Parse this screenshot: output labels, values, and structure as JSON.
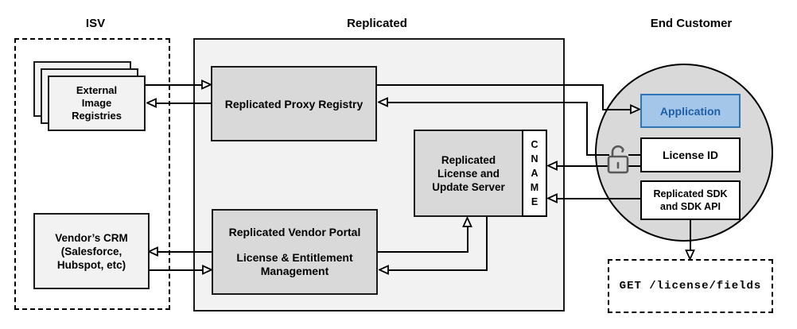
{
  "sections": {
    "isv": {
      "title": "ISV"
    },
    "replicated": {
      "title": "Replicated"
    },
    "end_customer": {
      "title": "End Customer"
    }
  },
  "nodes": {
    "external_image_registries": {
      "lines": [
        "External",
        "Image",
        "Registries"
      ]
    },
    "vendors_crm": {
      "lines": [
        "Vendor’s CRM",
        "(Salesforce,",
        "Hubspot, etc)"
      ]
    },
    "proxy_registry": {
      "label": "Replicated Proxy Registry"
    },
    "license_update_server": {
      "lines": [
        "Replicated",
        "License and",
        "Update Server"
      ]
    },
    "cname": {
      "letters": [
        "C",
        "N",
        "A",
        "M",
        "E"
      ]
    },
    "vendor_portal": {
      "title": "Replicated Vendor Portal",
      "lines": [
        "License & Entitlement",
        "Management"
      ]
    },
    "application": {
      "label": "Application"
    },
    "license_id": {
      "label": "License ID"
    },
    "sdk": {
      "lines": [
        "Replicated SDK",
        "and SDK API"
      ]
    },
    "get_request": {
      "label": "GET /license/fields"
    }
  },
  "icons": {
    "lock": "unlock-icon"
  },
  "colors": {
    "container_fill": "#f2f2f2",
    "node_gray_fill": "#d9d9d9",
    "node_light_fill": "#f2f2f2",
    "circle_fill": "#d9d9d9",
    "application_fill": "#a4c6e8",
    "application_border": "#2e75b5",
    "application_text": "#1f5fa8",
    "line_color": "#000000",
    "lock_stroke": "#595959"
  }
}
